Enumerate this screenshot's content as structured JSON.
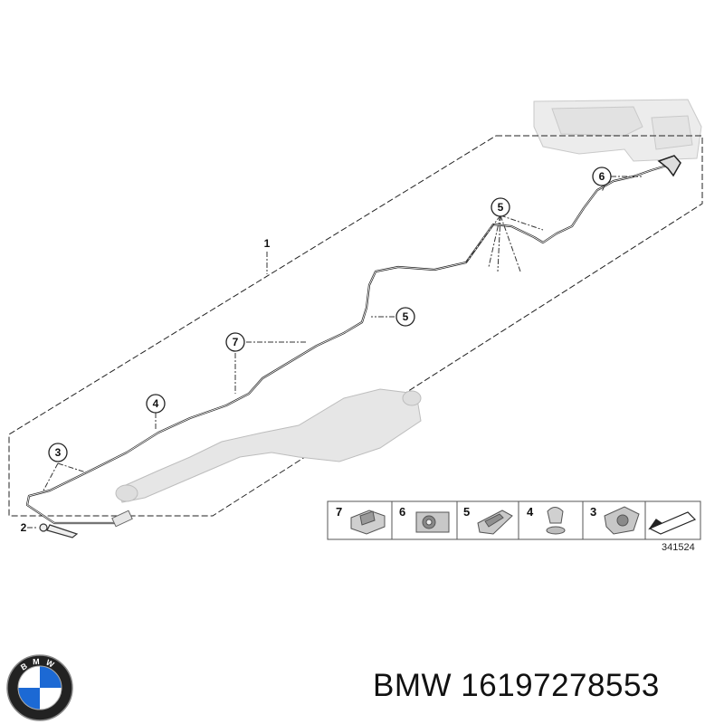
{
  "diagram": {
    "callouts": {
      "c1": "1",
      "c2": "2",
      "c3": "3",
      "c4": "4",
      "c5a": "5",
      "c5b": "5",
      "c6": "6",
      "c7": "7"
    },
    "legend": [
      {
        "number": "7",
        "icon": "clip-7-icon"
      },
      {
        "number": "6",
        "icon": "clip-6-icon"
      },
      {
        "number": "5",
        "icon": "clip-5-icon"
      },
      {
        "number": "4",
        "icon": "clip-4-icon"
      },
      {
        "number": "3",
        "icon": "clip-3-icon"
      }
    ],
    "reference_number": "341524"
  },
  "brand": {
    "logo_letters": "BMW",
    "logo_colors": {
      "blue": "#1c69d4",
      "white": "#ffffff",
      "ring": "#111111"
    }
  },
  "caption": "BMW 16197278553"
}
